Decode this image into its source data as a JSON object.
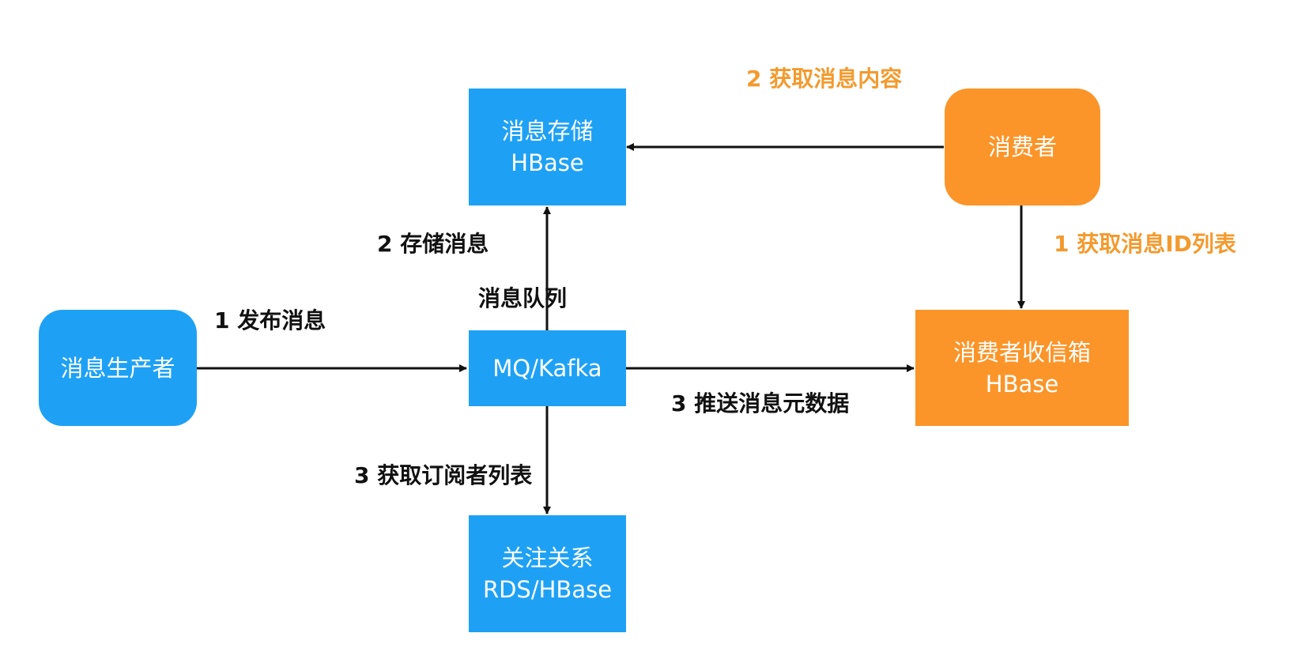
{
  "nodes": {
    "producer": {
      "line1": "消息生产者"
    },
    "storage": {
      "line1": "消息存储",
      "line2": "HBase"
    },
    "mq": {
      "line1": "MQ/Kafka"
    },
    "relation": {
      "line1": "关注关系",
      "line2": "RDS/HBase"
    },
    "consumer": {
      "line1": "消费者"
    },
    "inbox": {
      "line1": "消费者收信箱",
      "line2": "HBase"
    }
  },
  "labels": {
    "publish": "1 发布消息",
    "store": "2 存储消息",
    "queue": "消息队列",
    "get_subscribers": "3 获取订阅者列表",
    "push_metadata": "3 推送消息元数据",
    "get_content": "2 获取消息内容",
    "get_ids": "1 获取消息ID列表"
  },
  "colors": {
    "blue": "#1ea1f5",
    "orange": "#fb9529",
    "accent_text": "#f39a2e",
    "dark_text": "#111111",
    "arrow": "#111111"
  }
}
